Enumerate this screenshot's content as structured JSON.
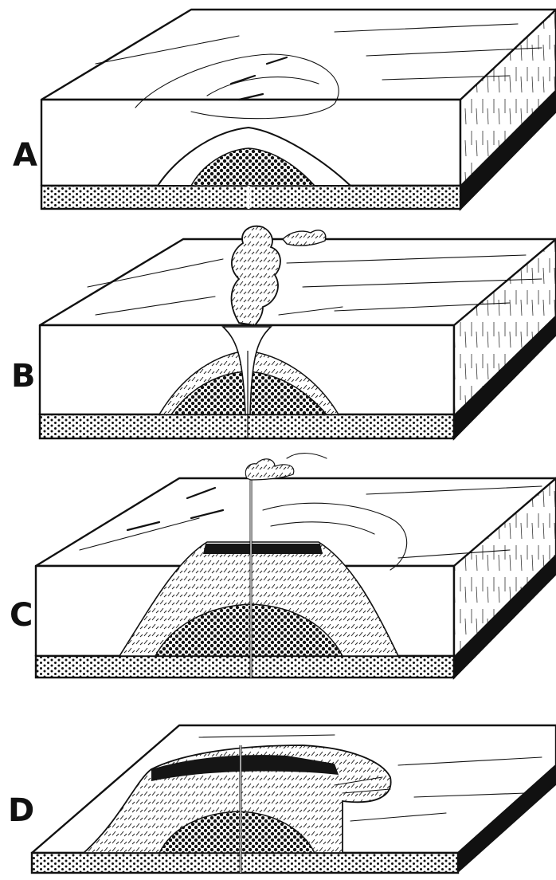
{
  "figure": {
    "stages": [
      {
        "label": "A"
      },
      {
        "label": "B"
      },
      {
        "label": "C"
      },
      {
        "label": "D"
      }
    ]
  }
}
